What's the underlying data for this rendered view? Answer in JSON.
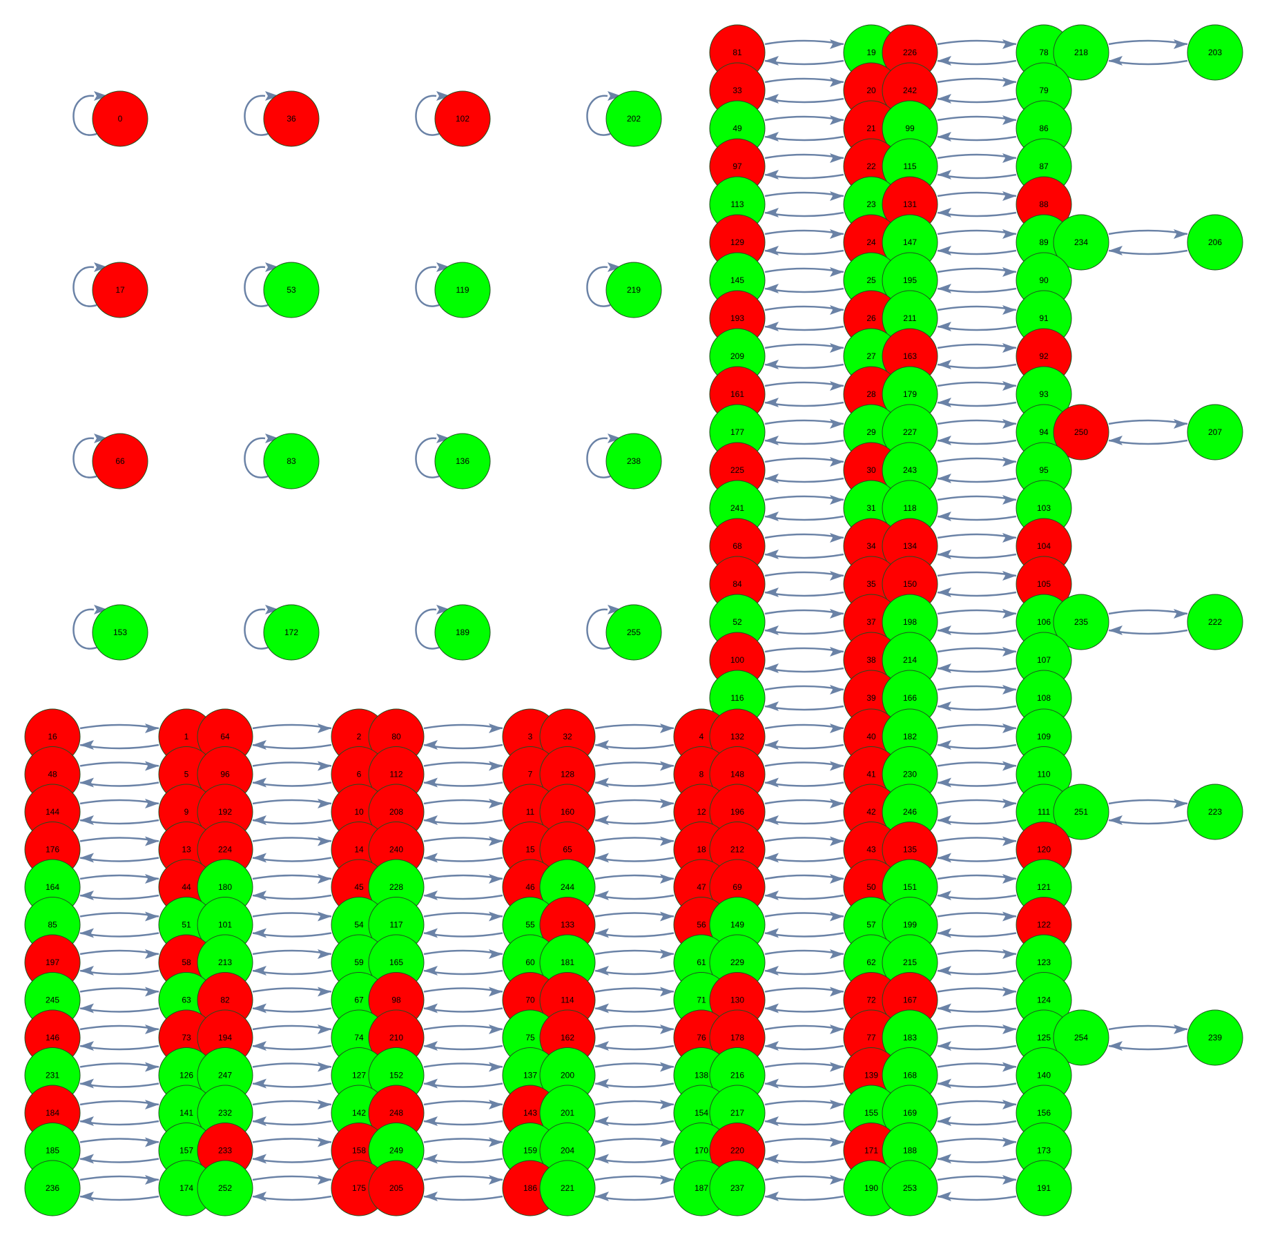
{
  "colors": {
    "red": "#ff0000",
    "green": "#00ff00",
    "edge": "#6a82a6",
    "background": "#ffffff"
  },
  "self_loops": {
    "rows": [
      [
        [
          "0",
          "red"
        ],
        [
          "36",
          "red"
        ],
        [
          "102",
          "red"
        ],
        [
          "202",
          "green"
        ]
      ],
      [
        [
          "17",
          "red"
        ],
        [
          "53",
          "green"
        ],
        [
          "119",
          "green"
        ],
        [
          "219",
          "green"
        ]
      ],
      [
        [
          "66",
          "red"
        ],
        [
          "83",
          "green"
        ],
        [
          "136",
          "green"
        ],
        [
          "238",
          "green"
        ]
      ],
      [
        [
          "153",
          "green"
        ],
        [
          "172",
          "green"
        ],
        [
          "189",
          "green"
        ],
        [
          "255",
          "green"
        ]
      ]
    ]
  },
  "upper_block": {
    "chains": [
      [
        [
          "81",
          "red"
        ],
        [
          "19",
          "green"
        ],
        [
          "226",
          "red"
        ],
        [
          "78",
          "green"
        ],
        [
          "218",
          "green"
        ],
        [
          "203",
          "green"
        ]
      ],
      [
        [
          "33",
          "red"
        ],
        [
          "20",
          "red"
        ],
        [
          "242",
          "red"
        ],
        [
          "79",
          "green"
        ]
      ],
      [
        [
          "49",
          "green"
        ],
        [
          "21",
          "red"
        ],
        [
          "99",
          "green"
        ],
        [
          "86",
          "green"
        ]
      ],
      [
        [
          "97",
          "red"
        ],
        [
          "22",
          "red"
        ],
        [
          "115",
          "green"
        ],
        [
          "87",
          "green"
        ]
      ],
      [
        [
          "113",
          "green"
        ],
        [
          "23",
          "green"
        ],
        [
          "131",
          "red"
        ],
        [
          "88",
          "red"
        ]
      ],
      [
        [
          "129",
          "red"
        ],
        [
          "24",
          "red"
        ],
        [
          "147",
          "green"
        ],
        [
          "89",
          "green"
        ],
        [
          "234",
          "green"
        ],
        [
          "206",
          "green"
        ]
      ],
      [
        [
          "145",
          "green"
        ],
        [
          "25",
          "green"
        ],
        [
          "195",
          "green"
        ],
        [
          "90",
          "green"
        ]
      ],
      [
        [
          "193",
          "red"
        ],
        [
          "26",
          "red"
        ],
        [
          "211",
          "green"
        ],
        [
          "91",
          "green"
        ]
      ],
      [
        [
          "209",
          "green"
        ],
        [
          "27",
          "green"
        ],
        [
          "163",
          "red"
        ],
        [
          "92",
          "red"
        ]
      ],
      [
        [
          "161",
          "red"
        ],
        [
          "28",
          "red"
        ],
        [
          "179",
          "green"
        ],
        [
          "93",
          "green"
        ]
      ],
      [
        [
          "177",
          "green"
        ],
        [
          "29",
          "green"
        ],
        [
          "227",
          "green"
        ],
        [
          "94",
          "green"
        ],
        [
          "250",
          "red"
        ],
        [
          "207",
          "green"
        ]
      ],
      [
        [
          "225",
          "red"
        ],
        [
          "30",
          "red"
        ],
        [
          "243",
          "green"
        ],
        [
          "95",
          "green"
        ]
      ],
      [
        [
          "241",
          "green"
        ],
        [
          "31",
          "green"
        ],
        [
          "118",
          "green"
        ],
        [
          "103",
          "green"
        ]
      ],
      [
        [
          "68",
          "red"
        ],
        [
          "34",
          "red"
        ],
        [
          "134",
          "red"
        ],
        [
          "104",
          "red"
        ]
      ],
      [
        [
          "84",
          "red"
        ],
        [
          "35",
          "red"
        ],
        [
          "150",
          "red"
        ],
        [
          "105",
          "red"
        ]
      ],
      [
        [
          "52",
          "green"
        ],
        [
          "37",
          "red"
        ],
        [
          "198",
          "green"
        ],
        [
          "106",
          "green"
        ],
        [
          "235",
          "green"
        ],
        [
          "222",
          "green"
        ]
      ],
      [
        [
          "100",
          "red"
        ],
        [
          "38",
          "red"
        ],
        [
          "214",
          "green"
        ],
        [
          "107",
          "green"
        ]
      ],
      [
        [
          "116",
          "green"
        ],
        [
          "39",
          "red"
        ],
        [
          "166",
          "green"
        ],
        [
          "108",
          "green"
        ]
      ]
    ]
  },
  "lower_block": {
    "chains": [
      [
        [
          "16",
          "red"
        ],
        [
          "1",
          "red"
        ],
        [
          "64",
          "red"
        ],
        [
          "2",
          "red"
        ],
        [
          "80",
          "red"
        ],
        [
          "3",
          "red"
        ],
        [
          "32",
          "red"
        ],
        [
          "4",
          "red"
        ],
        [
          "132",
          "red"
        ],
        [
          "40",
          "red"
        ],
        [
          "182",
          "green"
        ],
        [
          "109",
          "green"
        ]
      ],
      [
        [
          "48",
          "red"
        ],
        [
          "5",
          "red"
        ],
        [
          "96",
          "red"
        ],
        [
          "6",
          "red"
        ],
        [
          "112",
          "red"
        ],
        [
          "7",
          "red"
        ],
        [
          "128",
          "red"
        ],
        [
          "8",
          "red"
        ],
        [
          "148",
          "red"
        ],
        [
          "41",
          "red"
        ],
        [
          "230",
          "green"
        ],
        [
          "110",
          "green"
        ]
      ],
      [
        [
          "144",
          "red"
        ],
        [
          "9",
          "red"
        ],
        [
          "192",
          "red"
        ],
        [
          "10",
          "red"
        ],
        [
          "208",
          "red"
        ],
        [
          "11",
          "red"
        ],
        [
          "160",
          "red"
        ],
        [
          "12",
          "red"
        ],
        [
          "196",
          "red"
        ],
        [
          "42",
          "red"
        ],
        [
          "246",
          "green"
        ],
        [
          "111",
          "green"
        ],
        [
          "251",
          "green"
        ],
        [
          "223",
          "green"
        ]
      ],
      [
        [
          "176",
          "red"
        ],
        [
          "13",
          "red"
        ],
        [
          "224",
          "red"
        ],
        [
          "14",
          "red"
        ],
        [
          "240",
          "red"
        ],
        [
          "15",
          "red"
        ],
        [
          "65",
          "red"
        ],
        [
          "18",
          "red"
        ],
        [
          "212",
          "red"
        ],
        [
          "43",
          "red"
        ],
        [
          "135",
          "red"
        ],
        [
          "120",
          "red"
        ]
      ],
      [
        [
          "164",
          "green"
        ],
        [
          "44",
          "red"
        ],
        [
          "180",
          "green"
        ],
        [
          "45",
          "red"
        ],
        [
          "228",
          "green"
        ],
        [
          "46",
          "red"
        ],
        [
          "244",
          "green"
        ],
        [
          "47",
          "red"
        ],
        [
          "69",
          "red"
        ],
        [
          "50",
          "red"
        ],
        [
          "151",
          "green"
        ],
        [
          "121",
          "green"
        ]
      ],
      [
        [
          "85",
          "green"
        ],
        [
          "51",
          "green"
        ],
        [
          "101",
          "green"
        ],
        [
          "54",
          "green"
        ],
        [
          "117",
          "green"
        ],
        [
          "55",
          "green"
        ],
        [
          "133",
          "red"
        ],
        [
          "56",
          "red"
        ],
        [
          "149",
          "green"
        ],
        [
          "57",
          "green"
        ],
        [
          "199",
          "green"
        ],
        [
          "122",
          "red"
        ]
      ],
      [
        [
          "197",
          "red"
        ],
        [
          "58",
          "red"
        ],
        [
          "213",
          "green"
        ],
        [
          "59",
          "green"
        ],
        [
          "165",
          "green"
        ],
        [
          "60",
          "green"
        ],
        [
          "181",
          "green"
        ],
        [
          "61",
          "green"
        ],
        [
          "229",
          "green"
        ],
        [
          "62",
          "green"
        ],
        [
          "215",
          "green"
        ],
        [
          "123",
          "green"
        ]
      ],
      [
        [
          "245",
          "green"
        ],
        [
          "63",
          "green"
        ],
        [
          "82",
          "red"
        ],
        [
          "67",
          "green"
        ],
        [
          "98",
          "red"
        ],
        [
          "70",
          "red"
        ],
        [
          "114",
          "red"
        ],
        [
          "71",
          "green"
        ],
        [
          "130",
          "red"
        ],
        [
          "72",
          "red"
        ],
        [
          "167",
          "red"
        ],
        [
          "124",
          "green"
        ]
      ],
      [
        [
          "146",
          "red"
        ],
        [
          "73",
          "red"
        ],
        [
          "194",
          "red"
        ],
        [
          "74",
          "green"
        ],
        [
          "210",
          "red"
        ],
        [
          "75",
          "green"
        ],
        [
          "162",
          "red"
        ],
        [
          "76",
          "red"
        ],
        [
          "178",
          "red"
        ],
        [
          "77",
          "red"
        ],
        [
          "183",
          "green"
        ],
        [
          "125",
          "green"
        ],
        [
          "254",
          "green"
        ],
        [
          "239",
          "green"
        ]
      ],
      [
        [
          "231",
          "green"
        ],
        [
          "126",
          "green"
        ],
        [
          "247",
          "green"
        ],
        [
          "127",
          "green"
        ],
        [
          "152",
          "green"
        ],
        [
          "137",
          "green"
        ],
        [
          "200",
          "green"
        ],
        [
          "138",
          "green"
        ],
        [
          "216",
          "green"
        ],
        [
          "139",
          "red"
        ],
        [
          "168",
          "green"
        ],
        [
          "140",
          "green"
        ]
      ],
      [
        [
          "184",
          "red"
        ],
        [
          "141",
          "green"
        ],
        [
          "232",
          "green"
        ],
        [
          "142",
          "green"
        ],
        [
          "248",
          "red"
        ],
        [
          "143",
          "red"
        ],
        [
          "201",
          "green"
        ],
        [
          "154",
          "green"
        ],
        [
          "217",
          "green"
        ],
        [
          "155",
          "green"
        ],
        [
          "169",
          "green"
        ],
        [
          "156",
          "green"
        ]
      ],
      [
        [
          "185",
          "green"
        ],
        [
          "157",
          "green"
        ],
        [
          "233",
          "red"
        ],
        [
          "158",
          "red"
        ],
        [
          "249",
          "green"
        ],
        [
          "159",
          "green"
        ],
        [
          "204",
          "green"
        ],
        [
          "170",
          "green"
        ],
        [
          "220",
          "red"
        ],
        [
          "171",
          "red"
        ],
        [
          "188",
          "green"
        ],
        [
          "173",
          "green"
        ]
      ],
      [
        [
          "236",
          "green"
        ],
        [
          "174",
          "green"
        ],
        [
          "252",
          "green"
        ],
        [
          "175",
          "red"
        ],
        [
          "205",
          "red"
        ],
        [
          "186",
          "red"
        ],
        [
          "221",
          "green"
        ],
        [
          "187",
          "green"
        ],
        [
          "237",
          "green"
        ],
        [
          "190",
          "green"
        ],
        [
          "253",
          "green"
        ],
        [
          "191",
          "green"
        ]
      ]
    ]
  }
}
